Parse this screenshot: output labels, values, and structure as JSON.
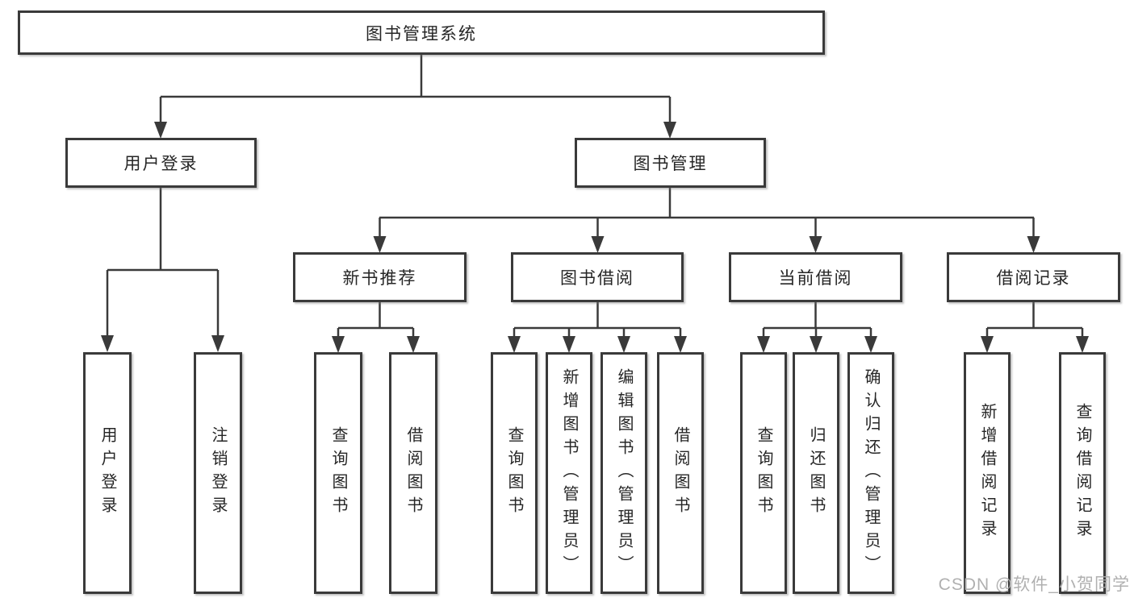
{
  "diagram": {
    "root": {
      "label": "图书管理系统"
    },
    "level2": {
      "user_login": {
        "label": "用户登录"
      },
      "book_management": {
        "label": "图书管理"
      }
    },
    "level3": {
      "new_book_recommend": {
        "label": "新书推荐"
      },
      "book_borrow": {
        "label": "图书借阅"
      },
      "current_borrow": {
        "label": "当前借阅"
      },
      "borrow_records": {
        "label": "借阅记录"
      }
    },
    "leaves": {
      "user_login": {
        "label": "用户登录"
      },
      "logout": {
        "label": "注销登录"
      },
      "nb_query_books": {
        "label": "查询图书"
      },
      "nb_borrow_books": {
        "label": "借阅图书"
      },
      "bb_query_books": {
        "label": "查询图书"
      },
      "bb_add_books_admin": {
        "label": "新增图书（管理员）"
      },
      "bb_edit_books_admin": {
        "label": "编辑图书（管理员）"
      },
      "bb_borrow_books": {
        "label": "借阅图书"
      },
      "cb_query_books": {
        "label": "查询图书"
      },
      "cb_return_books": {
        "label": "归还图书"
      },
      "cb_confirm_return_admin": {
        "label": "确认归还（管理员）"
      },
      "rec_add_record": {
        "label": "新增借阅记录"
      },
      "rec_query_record": {
        "label": "查询借阅记录"
      }
    }
  },
  "watermark": {
    "text": "CSDN @软件_小贺同学"
  },
  "colors": {
    "line": "#3a3a3a",
    "box_border": "#3a3a3a",
    "text": "#262626",
    "background": "#ffffff",
    "watermark": "#acacac"
  }
}
